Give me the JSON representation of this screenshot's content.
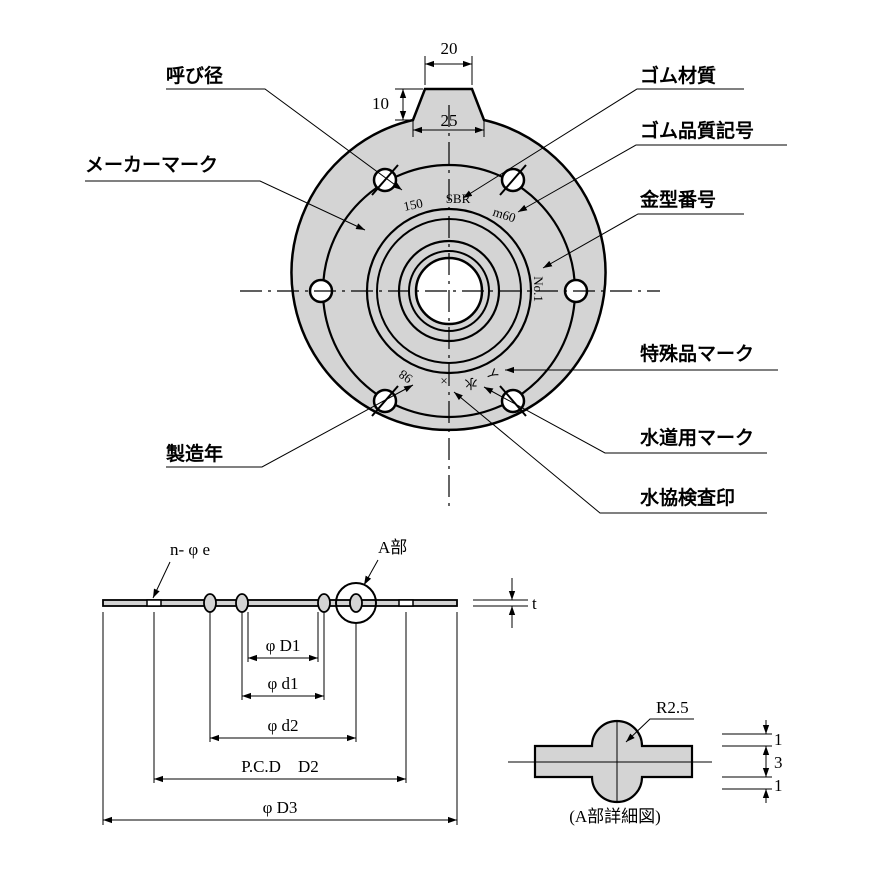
{
  "labels": {
    "nominal_size": "呼び径",
    "maker_mark": "メーカーマーク",
    "year_of_manufacture": "製造年",
    "rubber_material": "ゴム材質",
    "rubber_quality_code": "ゴム品質記号",
    "mold_number": "金型番号",
    "special_product_mark": "特殊品マーク",
    "water_supply_mark": "水道用マーク",
    "jwwa_inspection_seal": "水協検査印"
  },
  "face_marks": {
    "size": "150",
    "material": "SBR",
    "quality": "m60",
    "mold": "No.1",
    "year": "98",
    "special": "イ",
    "water": "水",
    "inspection": "×"
  },
  "dimensions": {
    "tab_width": "20",
    "tab_height": "10",
    "tab_base": "25",
    "bolt_holes": "n- φ e",
    "detail_ref": "A部",
    "thickness": "t",
    "D1": "φ D1",
    "d1": "φ d1",
    "d2": "φ d2",
    "pcd_D2": "P.C.D　D2",
    "D3": "φ D3",
    "radius": "R2.5",
    "detail_top": "1",
    "detail_mid": "3",
    "detail_bottom": "1",
    "detail_caption": "(A部詳細図)"
  }
}
